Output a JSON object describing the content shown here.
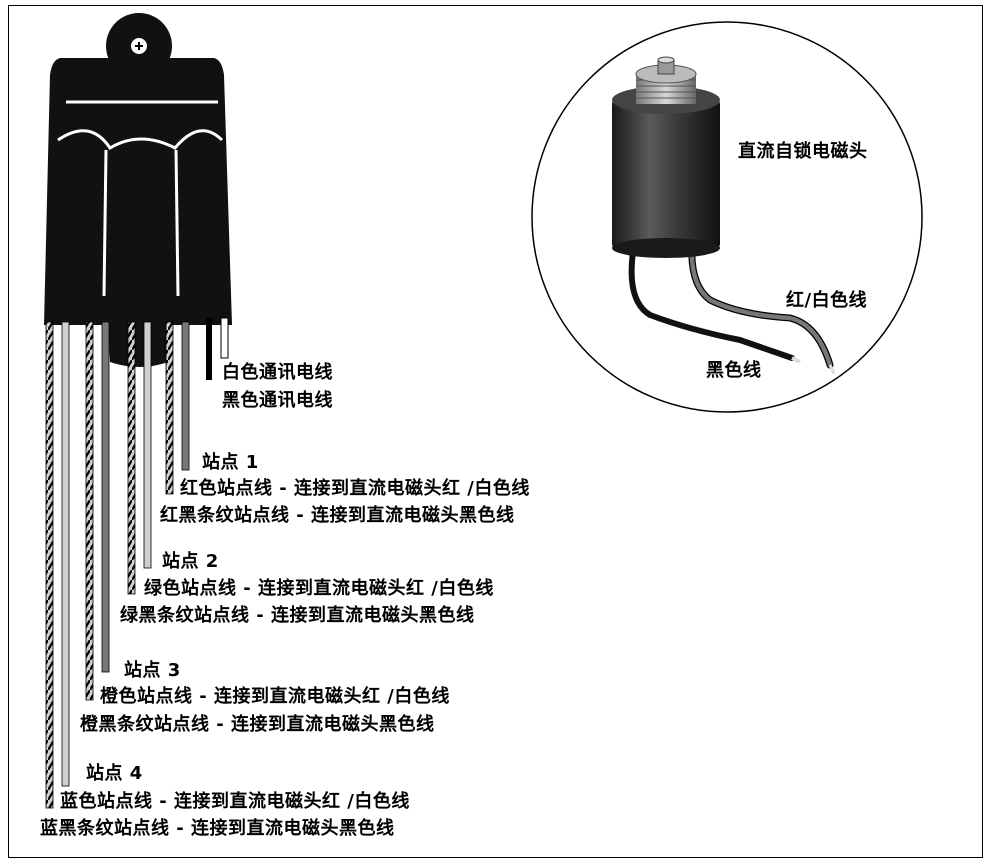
{
  "solenoid": {
    "title": "直流自锁电磁头",
    "red_white_wire": "红/白色线",
    "black_wire": "黑色线"
  },
  "comm": {
    "white": "白色通讯电线",
    "black": "黑色通讯电线"
  },
  "stations": [
    {
      "title": "站点 1",
      "color_line": "红色站点线 - 连接到直流电磁头红 /白色线",
      "stripe_line": "红黑条纹站点线 - 连接到直流电磁头黑色线"
    },
    {
      "title": "站点 2",
      "color_line": "绿色站点线 - 连接到直流电磁头红 /白色线",
      "stripe_line": "绿黑条纹站点线 - 连接到直流电磁头黑色线"
    },
    {
      "title": "站点 3",
      "color_line": "橙色站点线 - 连接到直流电磁头红 /白色线",
      "stripe_line": "橙黑条纹站点线 - 连接到直流电磁头黑色线"
    },
    {
      "title": "站点 4",
      "color_line": "蓝色站点线 - 连接到直流电磁头红 /白色线",
      "stripe_line": "蓝黑条纹站点线 - 连接到直流电磁头黑色线"
    }
  ]
}
